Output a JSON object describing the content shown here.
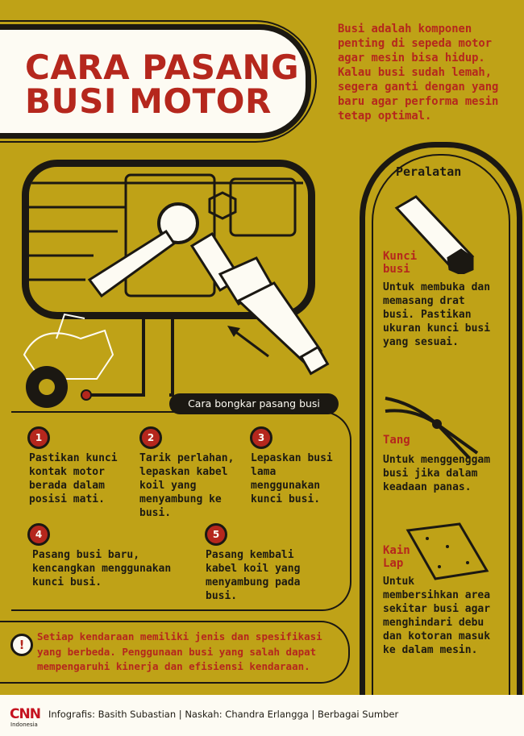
{
  "title": {
    "line1": "CARA PASANG",
    "line2": "BUSI MOTOR"
  },
  "intro": "Busi adalah komponen penting di sepeda motor agar mesin bisa hidup. Kalau busi sudah lemah, segera ganti dengan yang baru agar performa mesin tetap optimal.",
  "tools": {
    "heading": "Peralatan",
    "items": [
      {
        "name": "Kunci busi",
        "desc": "Untuk membuka dan memasang drat busi. Pastikan ukuran kunci busi yang sesuai.",
        "icon": "spark-plug-wrench-icon"
      },
      {
        "name": "Tang",
        "desc": "Untuk menggenggam busi jika dalam keadaan panas.",
        "icon": "pliers-icon"
      },
      {
        "name": "Kain Lap",
        "desc": "Untuk membersihkan area sekitar busi agar menghindari debu dan kotoran masuk ke dalam mesin.",
        "icon": "cloth-rag-icon"
      }
    ]
  },
  "steps": {
    "heading": "Cara bongkar pasang busi",
    "items": [
      {
        "num": "1",
        "text": "Pastikan kunci kontak motor berada dalam posisi mati."
      },
      {
        "num": "2",
        "text": "Tarik perlahan, lepaskan kabel koil yang menyambung ke busi."
      },
      {
        "num": "3",
        "text": "Lepaskan busi lama menggunakan kunci busi."
      },
      {
        "num": "4",
        "text": "Pasang busi baru, kencangkan menggunakan kunci busi."
      },
      {
        "num": "5",
        "text": "Pasang kembali kabel koil yang menyambung pada busi."
      }
    ]
  },
  "note": {
    "icon": "!",
    "text": "Setiap kendaraan memiliki jenis dan spesifikasi yang berbeda. Penggunaan busi yang salah dapat mempengaruhi kinerja dan efisiensi kendaraan."
  },
  "footer": {
    "logo": "CNN",
    "logo_sub": "Indonesia",
    "credits": "Infografis: Basith Subastian | Naskah: Chandra Erlangga | Berbagai Sumber"
  },
  "colors": {
    "background": "#bfa217",
    "accent": "#b5271d",
    "ink": "#1b1812",
    "paper": "#fdfbf3"
  }
}
